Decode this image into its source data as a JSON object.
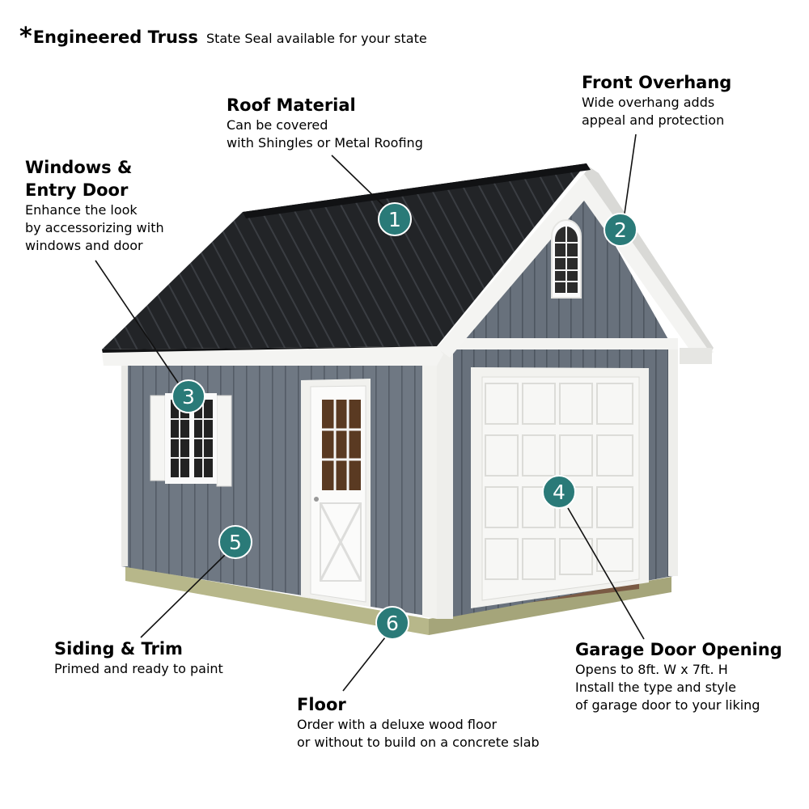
{
  "header": {
    "star": "*",
    "title": "Engineered Truss",
    "subtitle": "State Seal available for your state"
  },
  "callouts": [
    {
      "number": "1",
      "title": "Roof Material",
      "lines": [
        "Can be covered",
        "with Shingles or Metal Roofing"
      ]
    },
    {
      "number": "2",
      "title": "Front Overhang",
      "lines": [
        "Wide overhang adds",
        "appeal and protection"
      ]
    },
    {
      "number": "3",
      "title": "Windows &\nEntry Door",
      "lines": [
        "Enhance the look",
        "by accessorizing with",
        "windows and door"
      ]
    },
    {
      "number": "4",
      "title": "Garage Door Opening",
      "lines": [
        "Opens to 8ft. W x 7ft. H",
        "Install the type and style",
        "of garage door to your liking"
      ]
    },
    {
      "number": "5",
      "title": "Siding & Trim",
      "lines": [
        "Primed and ready to paint"
      ]
    },
    {
      "number": "6",
      "title": "Floor",
      "lines": [
        "Order with a deluxe wood floor",
        "or without to build on a concrete slab"
      ]
    }
  ],
  "colors": {
    "marker": "#2a7a78",
    "roof": "#202224",
    "siding": "#6f7883",
    "trim": "#f4f4f2",
    "floor_frame": "#b9b98a"
  }
}
